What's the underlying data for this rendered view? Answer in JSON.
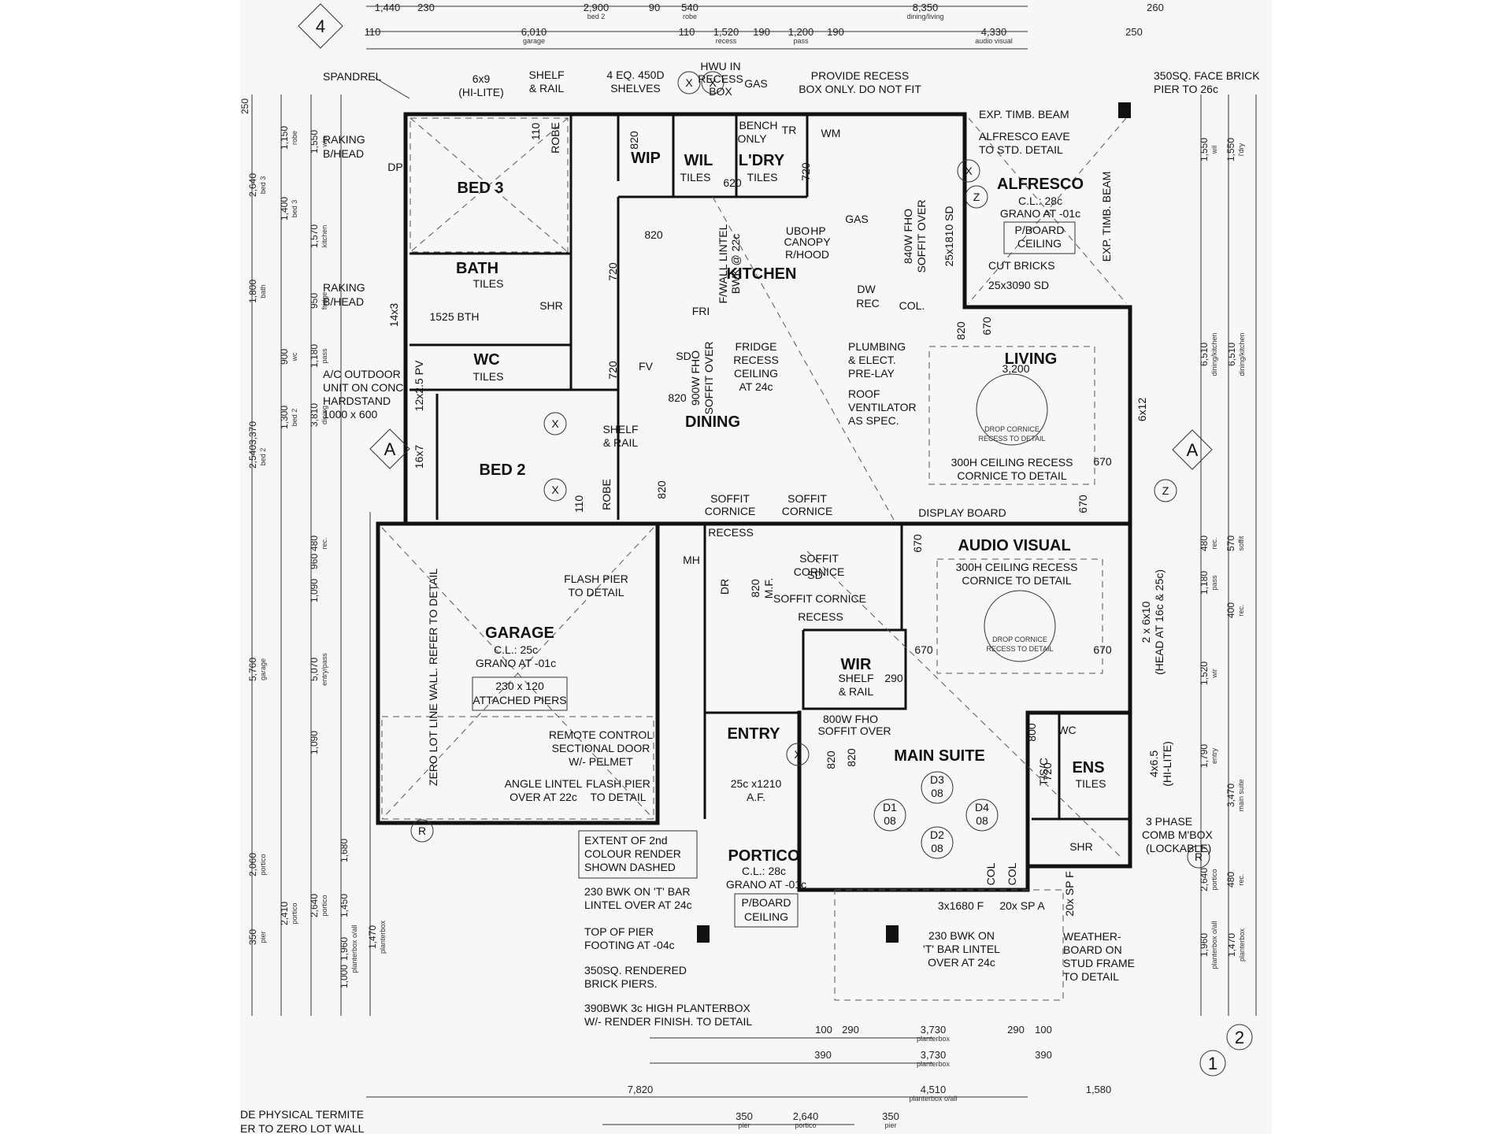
{
  "rooms": {
    "bed3": "BED 3",
    "bath": "BATH",
    "wc": "WC",
    "bed2": "BED 2",
    "wip": "WIP",
    "wil": "WIL",
    "ldry": "L'DRY",
    "kitchen": "KITCHEN",
    "dining": "DINING",
    "living": "LIVING",
    "alfresco": "ALFRESCO",
    "audio_visual": "AUDIO VISUAL",
    "garage": "GARAGE",
    "wir": "WIR",
    "entry": "ENTRY",
    "main_suite": "MAIN SUITE",
    "ens": "ENS",
    "portico": "PORTICO"
  },
  "notes": {
    "spandrel": "SPANDREL",
    "raking1": "RAKING",
    "raking1b": "B/HEAD",
    "raking2": "RAKING",
    "raking2b": "B/HEAD",
    "hilite1": "6x9",
    "hilite1b": "(HI-LITE)",
    "shelf_rail1": "SHELF",
    "shelf_rail1b": "& RAIL",
    "shelves1": "4 EQ. 450D",
    "shelves1b": "SHELVES",
    "hwu1": "HWU IN",
    "hwu2": "RECESS",
    "hwu3": "BOX",
    "gas1": "GAS",
    "recess1": "PROVIDE RECESS",
    "recess2": "BOX ONLY. DO NOT FIT",
    "pier1": "350SQ. FACE BRICK",
    "pier2": "PIER TO 26c",
    "beam1": "EXP. TIMB. BEAM",
    "beam2": "EXP. TIMB. BEAM",
    "eave1": "ALFRESCO EAVE",
    "eave2": "TO STD. DETAIL",
    "bench1": "BENCH",
    "bench2": "ONLY",
    "tr": "TR",
    "wm": "WM",
    "tiles_wil": "TILES",
    "tiles_ldry": "TILES",
    "tiles_bath": "TILES",
    "tiles_wc": "TILES",
    "tiles_ens": "TILES",
    "alf_cl": "C.L.: 28c",
    "alf_grano": "GRANO AT -01c",
    "alf_pb1": "P/BOARD",
    "alf_pb2": "CEILING",
    "soffit840": "840W FHO",
    "soffit840b": "SOFFIT OVER",
    "sd1810": "25x1810 SD",
    "cut_bricks": "CUT BRICKS",
    "sd3090": "25x3090 SD",
    "ubo": "UBO",
    "hp": "HP",
    "gas2": "GAS",
    "canopy": "CANOPY",
    "rhood": "R/HOOD",
    "dw": "DW",
    "rec": "REC",
    "col": "COL.",
    "lintel1": "F/WALL LINTEL",
    "lintel2": "BWK @ 22c",
    "fri": "FRI",
    "bth1525": "1525 BTH",
    "shr": "SHR",
    "shr2": "SHR",
    "fv": "FV",
    "sd": "SD",
    "sd2": "SD",
    "fridge1": "FRIDGE",
    "fridge2": "RECESS",
    "fridge3": "CEILING",
    "fridge4": "AT 24c",
    "plumb1": "PLUMBING",
    "plumb2": "& ELECT.",
    "plumb3": "PRE-LAY",
    "roofv1": "ROOF",
    "roofv2": "VENTILATOR",
    "roofv3": "AS SPEC.",
    "ac1": "A/C OUTDOOR",
    "ac2": "UNIT ON CONC.",
    "ac3": "HARDSTAND",
    "ac4": "1000 x 600",
    "pv": "12x2.5 PV",
    "sixteen7": "16x7",
    "fourteen3": "14x3",
    "soffit900": "900W FHO",
    "soffit900b": "SOFFIT OVER",
    "shelf_rail2": "SHELF",
    "shelf_rail2b": "& RAIL",
    "robe1": "ROBE",
    "robe2": "ROBE",
    "living_w": "3,200",
    "drop1": "DROP CORNICE",
    "drop1b": "RECESS TO DETAIL",
    "recess300_1": "300H CEILING RECESS",
    "recess300_1b": "CORNICE TO DETAIL",
    "six12": "6x12",
    "soffit_c1": "SOFFIT",
    "soffit_c1b": "CORNICE",
    "soffit_c2": "SOFFIT",
    "soffit_c2b": "CORNICE",
    "display": "DISPLAY BOARD",
    "recess_a": "RECESS",
    "soffit_c3": "SOFFIT",
    "soffit_c3b": "CORNICE",
    "recess300_2": "300H CEILING RECESS",
    "recess300_2b": "CORNICE TO DETAIL",
    "drop2": "DROP CORNICE",
    "drop2b": "RECESS TO DETAIL",
    "soffit_c4": "SOFFIT CORNICE",
    "recess_b": "RECESS",
    "mh": "MH",
    "dr": "DR",
    "mf1": "820",
    "mf2": "M.F.",
    "flash1": "FLASH PIER",
    "flash1b": "TO DETAIL",
    "gar_cl": "C.L.: 25c",
    "gar_grano": "GRANO AT -01c",
    "piers1": "230 x 120",
    "piers2": "ATTACHED PIERS",
    "zero_lot": "ZERO LOT LINE WALL. REFER TO DETAIL",
    "remote1": "REMOTE CONTROL",
    "remote2": "SECTIONAL DOOR",
    "remote3": "W/- PELMET",
    "angle1": "ANGLE LINTEL",
    "angle2": "OVER AT 22c",
    "flash2": "FLASH PIER",
    "flash2b": "TO DETAIL",
    "wir_shelf": "SHELF",
    "wir_rail": "& RAIL",
    "soffit800": "800W FHO",
    "soffit800b": "SOFFIT OVER",
    "af1": "25c x1210",
    "af2": "A.F.",
    "d1": "D1",
    "d1n": "08",
    "d2": "D2",
    "d2n": "08",
    "d3": "D3",
    "d3n": "08",
    "d4": "D4",
    "d4n": "08",
    "wc_ens": "WC",
    "tsc": "T/S/C",
    "hilite2": "4x6.5",
    "hilite2b": "(HI-LITE)",
    "head1": "2 x 6x10",
    "head2": "(HEAD AT 16c & 25c)",
    "meter1": "3 PHASE",
    "meter2": "COMB M'BOX",
    "meter3": "(LOCKABLE)",
    "render1": "EXTENT OF 2nd",
    "render2": "COLOUR RENDER",
    "render3": "SHOWN DASHED",
    "bwk230a": "230 BWK ON 'T' BAR",
    "bwk230b": "LINTEL OVER AT 24c",
    "topier1": "TOP OF PIER",
    "topier2": "FOOTING AT -04c",
    "rendered1": "350SQ. RENDERED",
    "rendered2": "BRICK PIERS.",
    "planter1": "390BWK 3c HIGH PLANTERBOX",
    "planter2": "W/- RENDER FINISH. TO DETAIL",
    "por_cl": "C.L.: 28c",
    "por_grano": "GRANO AT -01c",
    "por_pb1": "P/BOARD",
    "por_pb2": "CEILING",
    "bwk230c": "230 BWK ON",
    "bwk230d": "'T' BAR LINTEL",
    "bwk230e": "OVER AT 24c",
    "weather1": "WEATHER-",
    "weather2": "BOARD ON",
    "weather3": "STUD FRAME",
    "weather4": "TO DETAIL",
    "fx": "3x1680 F",
    "spa": "20x SP A",
    "spf": "20x SP F",
    "termite1": "DE PHYSICAL TERMITE",
    "termite2": "ER TO ZERO LOT WALL",
    "dp": "DP",
    "col_a": "COL",
    "col_b": "COL",
    "d820a": "820",
    "d820b": "820",
    "d820c": "820",
    "d820d": "820",
    "d820e": "820",
    "d820f": "820",
    "d620": "620",
    "d720a": "720",
    "d720b": "720",
    "d720c": "720",
    "d720d": "720",
    "d670a": "670",
    "d670b": "670",
    "d670c": "670",
    "d670d": "670",
    "d670e": "670",
    "d670f": "670",
    "d110a": "110",
    "d110b": "110",
    "d290": "290",
    "d800": "800",
    "d820g": "820"
  },
  "marks": {
    "section_a": "A",
    "section_z": "Z",
    "section_x": "X",
    "section_r": "R",
    "sheet_4": "4",
    "sheet_1": "1",
    "sheet_2": "2"
  },
  "dims_top_row1": [
    {
      "v": "1,440",
      "s": ""
    },
    {
      "v": "230",
      "s": ""
    },
    {
      "v": "2,900",
      "s": "bed 2"
    },
    {
      "v": "90",
      "s": ""
    },
    {
      "v": "540",
      "s": "robe"
    },
    {
      "v": "8,350",
      "s": "dining/living"
    },
    {
      "v": "260",
      "s": ""
    }
  ],
  "dims_top_row2": [
    {
      "v": "110",
      "s": ""
    },
    {
      "v": "6,010",
      "s": "garage"
    },
    {
      "v": "110",
      "s": ""
    },
    {
      "v": "1,520",
      "s": "recess"
    },
    {
      "v": "190",
      "s": ""
    },
    {
      "v": "1,200",
      "s": "pass"
    },
    {
      "v": "190",
      "s": ""
    },
    {
      "v": "4,330",
      "s": "audio visual"
    },
    {
      "v": "250",
      "s": ""
    }
  ],
  "dims_bottom": [
    {
      "v": "100",
      "s": ""
    },
    {
      "v": "290",
      "s": ""
    },
    {
      "v": "3,730",
      "s": "planterbox"
    },
    {
      "v": "290",
      "s": ""
    },
    {
      "v": "100",
      "s": ""
    },
    {
      "v": "390",
      "s": ""
    },
    {
      "v": "3,730",
      "s": "planterbox"
    },
    {
      "v": "390",
      "s": ""
    },
    {
      "v": "7,820",
      "s": ""
    },
    {
      "v": "4,510",
      "s": "planterbox o/all"
    },
    {
      "v": "1,580",
      "s": ""
    },
    {
      "v": "350",
      "s": "pier"
    },
    {
      "v": "2,640",
      "s": "portico"
    },
    {
      "v": "350",
      "s": "pier"
    }
  ],
  "dims_left": [
    {
      "v": "250",
      "s": ""
    },
    {
      "v": "1,150",
      "s": "robe"
    },
    {
      "v": "1,550",
      "s": "wip"
    },
    {
      "v": "2,640",
      "s": "bed 3"
    },
    {
      "v": "1,400",
      "s": "bed 3"
    },
    {
      "v": "1,570",
      "s": "kitchen"
    },
    {
      "v": "1,800",
      "s": "bath"
    },
    {
      "v": "950",
      "s": "fridge"
    },
    {
      "v": "900",
      "s": "wc"
    },
    {
      "v": "1,180",
      "s": "pass"
    },
    {
      "v": "3,370",
      "s": ""
    },
    {
      "v": "3,810",
      "s": "dining"
    },
    {
      "v": "1,300",
      "s": "bed 2"
    },
    {
      "v": "2,540",
      "s": "bed 2"
    },
    {
      "v": "480",
      "s": "rec."
    },
    {
      "v": "960",
      "s": ""
    },
    {
      "v": "1,090",
      "s": ""
    },
    {
      "v": "5,760",
      "s": "garage"
    },
    {
      "v": "5,070",
      "s": "entry/pass"
    },
    {
      "v": "1,090",
      "s": ""
    },
    {
      "v": "2,060",
      "s": "portico"
    },
    {
      "v": "2,410",
      "s": "portico"
    },
    {
      "v": "2,640",
      "s": "portico"
    },
    {
      "v": "1,680",
      "s": ""
    },
    {
      "v": "1,450",
      "s": ""
    },
    {
      "v": "1,960",
      "s": "planterbox o/all"
    },
    {
      "v": "1,470",
      "s": "planterbox"
    },
    {
      "v": "1,000",
      "s": ""
    },
    {
      "v": "350",
      "s": "pier"
    }
  ],
  "dims_right": [
    {
      "v": "1,550",
      "s": "wil"
    },
    {
      "v": "1,550",
      "s": "l'dry"
    },
    {
      "v": "6,510",
      "s": "dining/kitchen"
    },
    {
      "v": "6,510",
      "s": "dining/kitchen"
    },
    {
      "v": "480",
      "s": "rec."
    },
    {
      "v": "570",
      "s": "soffit"
    },
    {
      "v": "1,180",
      "s": "pass"
    },
    {
      "v": "400",
      "s": "rec."
    },
    {
      "v": "1,520",
      "s": "wir"
    },
    {
      "v": "1,790",
      "s": "entry"
    },
    {
      "v": "3,470",
      "s": "main suite"
    },
    {
      "v": "2,640",
      "s": "portico"
    },
    {
      "v": "480",
      "s": "rec."
    },
    {
      "v": "1,960",
      "s": "planterbox o/all"
    },
    {
      "v": "1,470",
      "s": "planterbox"
    }
  ]
}
